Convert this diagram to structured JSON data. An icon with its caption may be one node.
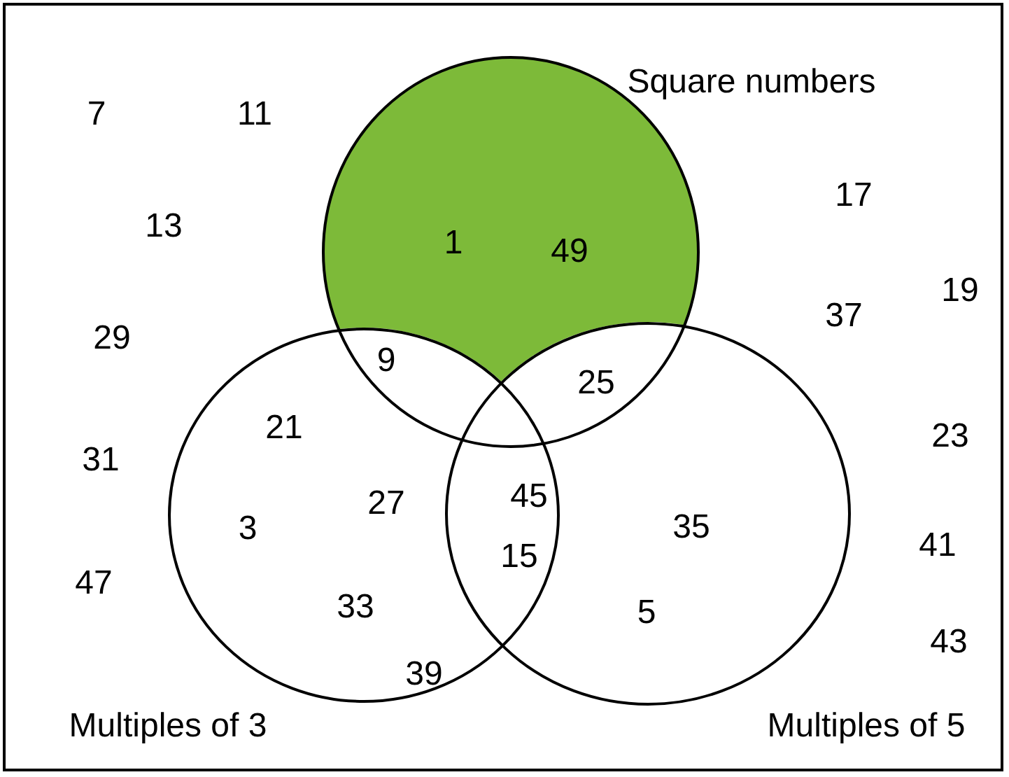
{
  "diagram": {
    "nodes": [
      {
        "text": [],
        "shape": "box"
      },
      {
        "text": [
          "Square numbers"
        ],
        "in": 0
      },
      {
        "text": [
          "Multiples of 3"
        ],
        "in": 0
      },
      {
        "text": [
          "Multiples of 5"
        ],
        "in": 0
      }
    ],
    "edges": [],
    "labels": [
      "7",
      "11",
      "17",
      "13",
      "1",
      "49",
      "19",
      "37",
      "29",
      "9",
      "25",
      "21",
      "23",
      "31",
      "27",
      "45",
      "3",
      "35",
      "41",
      "15",
      "47",
      "33",
      "5",
      "43",
      "39"
    ]
  }
}
